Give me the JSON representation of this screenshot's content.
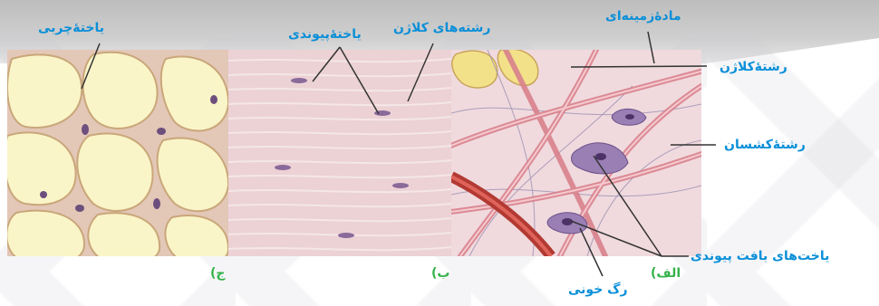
{
  "labels": {
    "fat_cell": "یاختۀچربی",
    "connective_cell": "یاختۀپیوندی",
    "collagen_fibers": "رشته‌های کلاژن",
    "ground_substance": "مادۀزمینه‌ای",
    "collagen_fiber": "رشتۀکلاژن",
    "elastic_fiber": "رشتۀکشسان",
    "connective_tissue_cells": "یاخت‌های بافت پیوندی",
    "blood_vessel": "رگ خونی"
  },
  "panels": {
    "c": "ج)",
    "b": "ب)",
    "a": "الف)"
  },
  "colors": {
    "label_blue": "#0a8fd8",
    "panel_green": "#35b24a",
    "adipose_cell": "#faf4c4",
    "nucleus": "#7e5f8e",
    "collagen": "#d9808a",
    "vessel": "#c0392b"
  }
}
